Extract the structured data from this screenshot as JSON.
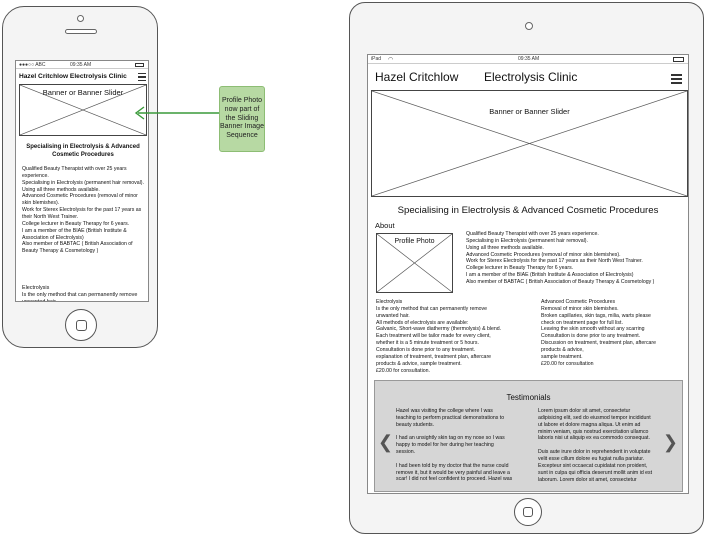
{
  "phone": {
    "status": {
      "carrier": "●●●○○ ABC",
      "time": "09:35 AM"
    },
    "title": "Hazel Critchlow Electrolysis Clinic",
    "banner_label": "Banner or Banner Slider",
    "heading": "Specialising in Electrolysis & Advanced Cosmetic Procedures",
    "bio": [
      "Qualified Beauty Therapist with over 25 years experience.",
      "Specialising in Electrolysis (permanent hair removal).",
      "Using all three methods available.",
      "Advanced Cosmetic Procedures (removal of minor skin blemishes).",
      "Work for Sterex Electrolysis for the past 17 years as their North West Trainer.",
      "College lecturer in Beauty Therapy for 6 years.",
      "I am a member of the BIAE  (British Institute & Association of Electrolysis)",
      "Also member of BABTAC   ( British Association of Beauty Therapy & Cosmetology )"
    ],
    "section_title": "Electrolysis",
    "section_text": "Is the only method that can permanently remove unwanted hair."
  },
  "callout": "Profile Photo now part of the Sliding Banner Image Sequence",
  "tablet": {
    "status": {
      "device": "iPad",
      "time": "09:35 AM"
    },
    "site_name": "Hazel Critchlow",
    "site_tag": "Electrolysis Clinic",
    "banner_label": "Banner or Banner Slider",
    "heading": "Specialising in Electrolysis & Advanced Cosmetic Procedures",
    "about_label": "About",
    "profile_label": "Profile Photo",
    "bio": [
      "Qualified Beauty Therapist with over 25 years experience.",
      "Specialising in Electrolysis (permanent hair removal).",
      "Using all three methods available.",
      "Advanced Cosmetic Procedures (removal of minor skin blemishes).",
      "Work for Sterex Electrolysis for the past 17 years as their North West Trainer.",
      "College lecturer in Beauty Therapy for 6 years.",
      "I am a member of the BIAE  (British Institute & Association of Electrolysis)",
      "Also member of BABTAC  ( British Association of Beauty Therapy & Cosmetology )"
    ],
    "electrolysis": [
      "Electrolysis",
      "Is the only method that can permanently remove",
      "unwanted hair.",
      "All methods of electrolysis are available:",
      "Galvanic, Short-wave diathermy (thermolysis) & blend.",
      "Each treatment will be tailor made for every client,",
      "whether it is a 5 minute treatment or 5 hours.",
      "Consultation is done prior to any treatment.",
      "explanation of treatment, treatment plan, aftercare",
      "products & advice, sample treatment.",
      "£20.00 for consultation."
    ],
    "advanced": [
      "Advanced Cosmetic Procedures",
      "Removal of minor skin blemishes.",
      "Broken capillaries, skin tags, milia, warts please",
      "check on treatment page for full list.",
      "Leaving the skin smooth without any scarring",
      "Consultation is done prior to any treatment.",
      "Discussion on treatment, treatment plan, aftercare",
      "products & advice,",
      "sample treatment.",
      "£20.00 for consultation"
    ],
    "testimonials_title": "Testimonials",
    "testimonial_left": [
      "Hazel was visiting the college where I was",
      "teaching to perform practical demonstrations to",
      "beauty students.",
      "",
      "I had an unsightly skin tag on my nose so I was",
      "happy to model for her during her teaching",
      "session.",
      "",
      "I had been told by my doctor that the nurse could",
      "remove it, but it would be very painful and leave a",
      "scar! I did not feel confident to proceed. Hazel was"
    ],
    "testimonial_right": [
      "Lorem ipsum dolor sit amet, consectetur",
      "adipisicing elit, sed do eiusmod tempor incididunt",
      "ut labore et dolore magna aliqua. Ut enim ad",
      "minim veniam, quis nostrud exercitation ullamco",
      "laboris nisi ut aliquip ex ea commodo consequat.",
      "",
      "Duis aute irure dolor in reprehenderit in voluptate",
      "velit esse cillum dolore eu fugiat nulla pariatur.",
      "Excepteur sint occaecat cupidatat non proident,",
      "sunt in culpa qui officia deserunt mollit anim id est",
      "laborum. Lorem dolor sit amet, consectetur"
    ],
    "prev_glyph": "❮",
    "next_glyph": "❯"
  }
}
